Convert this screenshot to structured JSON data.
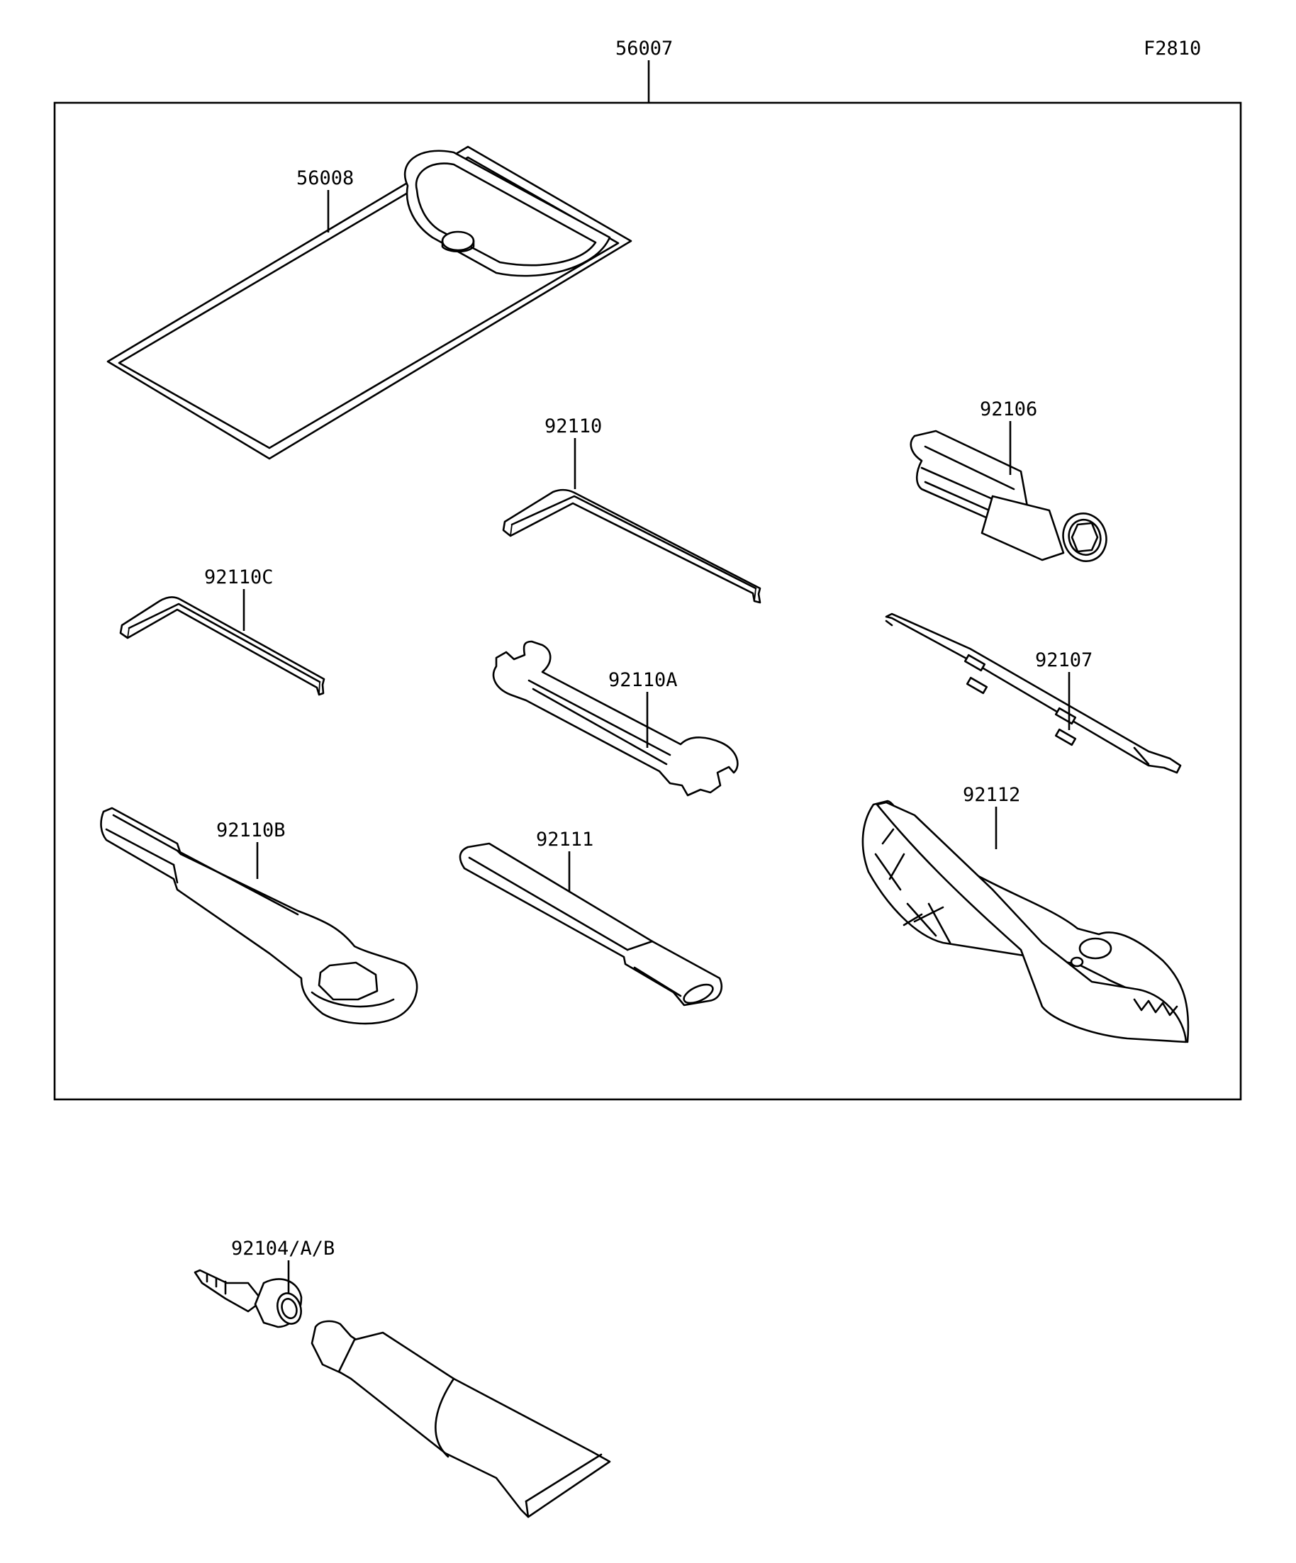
{
  "figure_code": "F2810",
  "kit_part": "56007",
  "parts": {
    "case": "56008",
    "hex_wrench": "92110",
    "small_hex_wrench": "92110C",
    "spanner": "92110A",
    "ring_wrench": "92110B",
    "handle_bar": "92111",
    "plug_socket": "92106",
    "screwdriver": "92107",
    "pliers": "92112",
    "repair_kit": "92104/A/B"
  }
}
